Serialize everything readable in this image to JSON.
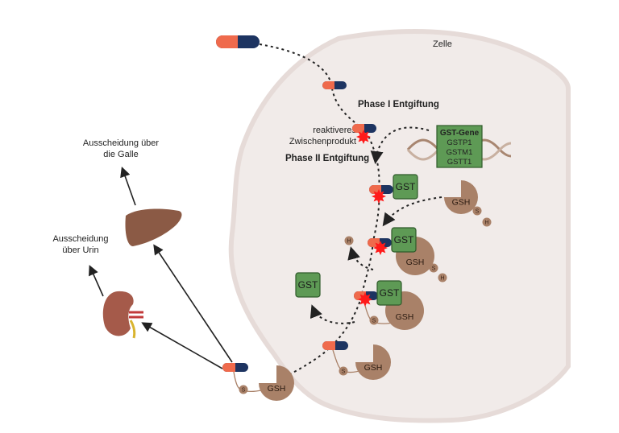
{
  "labels": {
    "cell": "Zelle",
    "phase1": "Phase I Entgiftung",
    "phase2": "Phase II Entgiftung",
    "reactive_line1": "reaktiveres",
    "reactive_line2": "Zwischenprodukt",
    "bile_line1": "Ausscheidung über",
    "bile_line2": "die Galle",
    "urine_line1": "Ausscheidung",
    "urine_line2": "über Urin"
  },
  "gene_box": {
    "title": "GST-Gene",
    "genes": [
      "GSTP1",
      "GSTM1",
      "GSTT1"
    ]
  },
  "molecules": {
    "gst": "GST",
    "gsh": "GSH",
    "s": "S",
    "h": "H"
  },
  "colors": {
    "cell_fill": "#f1ebe9",
    "cell_border": "#e6dbd8",
    "pill_orange": "#ef6a4c",
    "pill_navy": "#1d3461",
    "gst_green": "#5e9a55",
    "gsh_brown": "#a98168",
    "toxic_red": "#ff1a1a"
  }
}
